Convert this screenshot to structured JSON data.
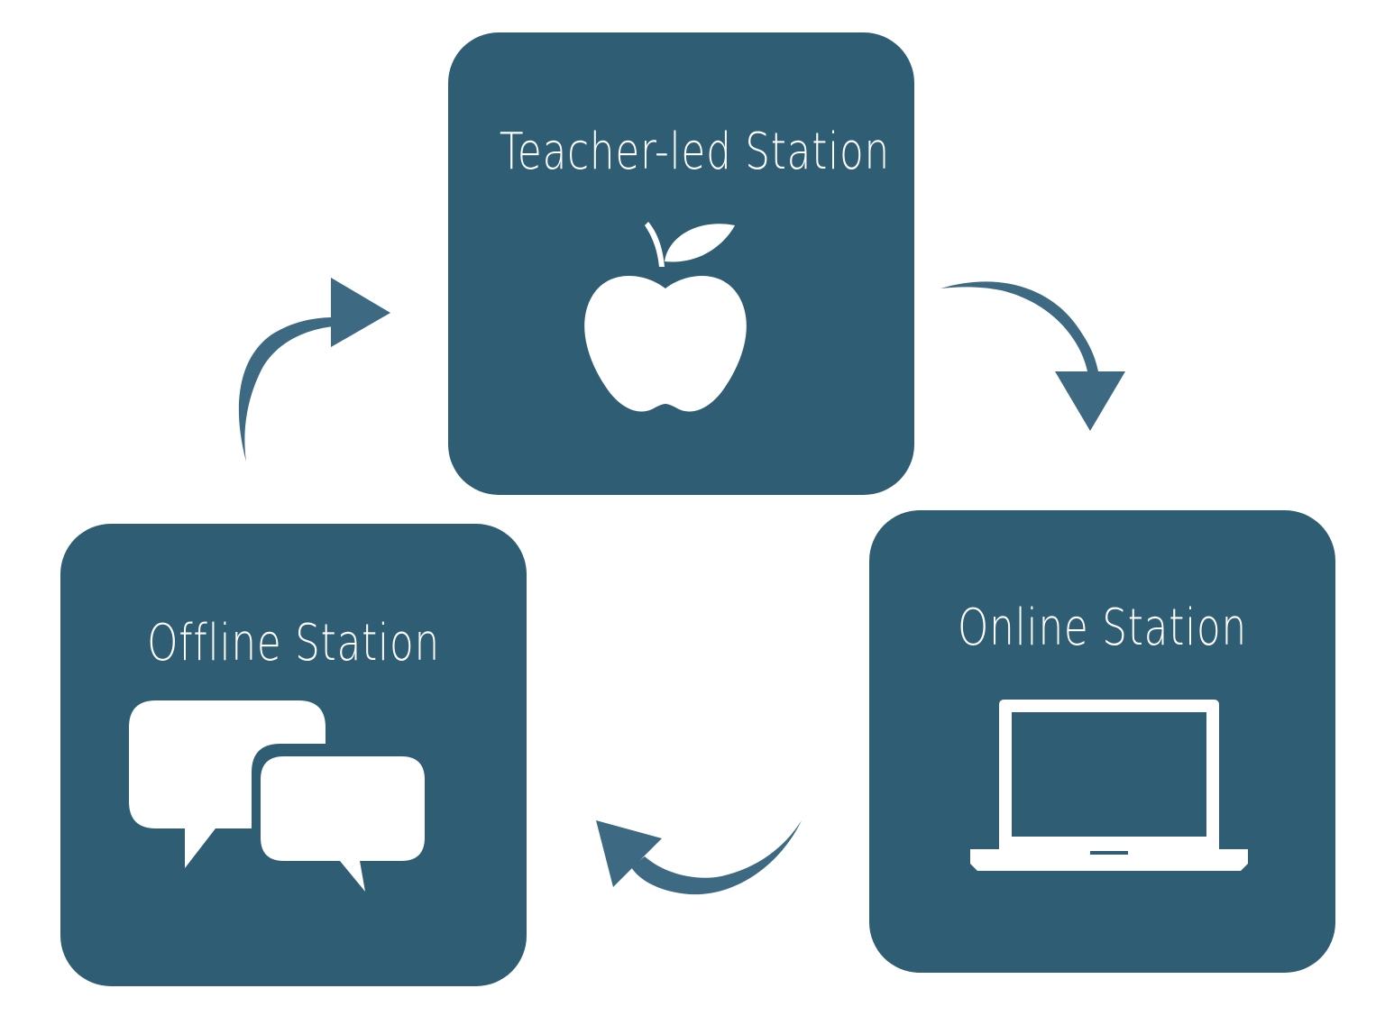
{
  "diagram": {
    "stations": [
      {
        "id": "teacher",
        "title": "Teacher-led Station",
        "icon": "apple-icon"
      },
      {
        "id": "online",
        "title": "Online Station",
        "icon": "laptop-icon"
      },
      {
        "id": "offline",
        "title": "Offline Station",
        "icon": "speech-bubbles-icon"
      }
    ],
    "flow": [
      "teacher",
      "online",
      "offline",
      "teacher"
    ],
    "colors": {
      "box": "#2f5d74",
      "arrow": "#3d6a82",
      "text": "#ffffff",
      "background": "#ffffff"
    }
  }
}
